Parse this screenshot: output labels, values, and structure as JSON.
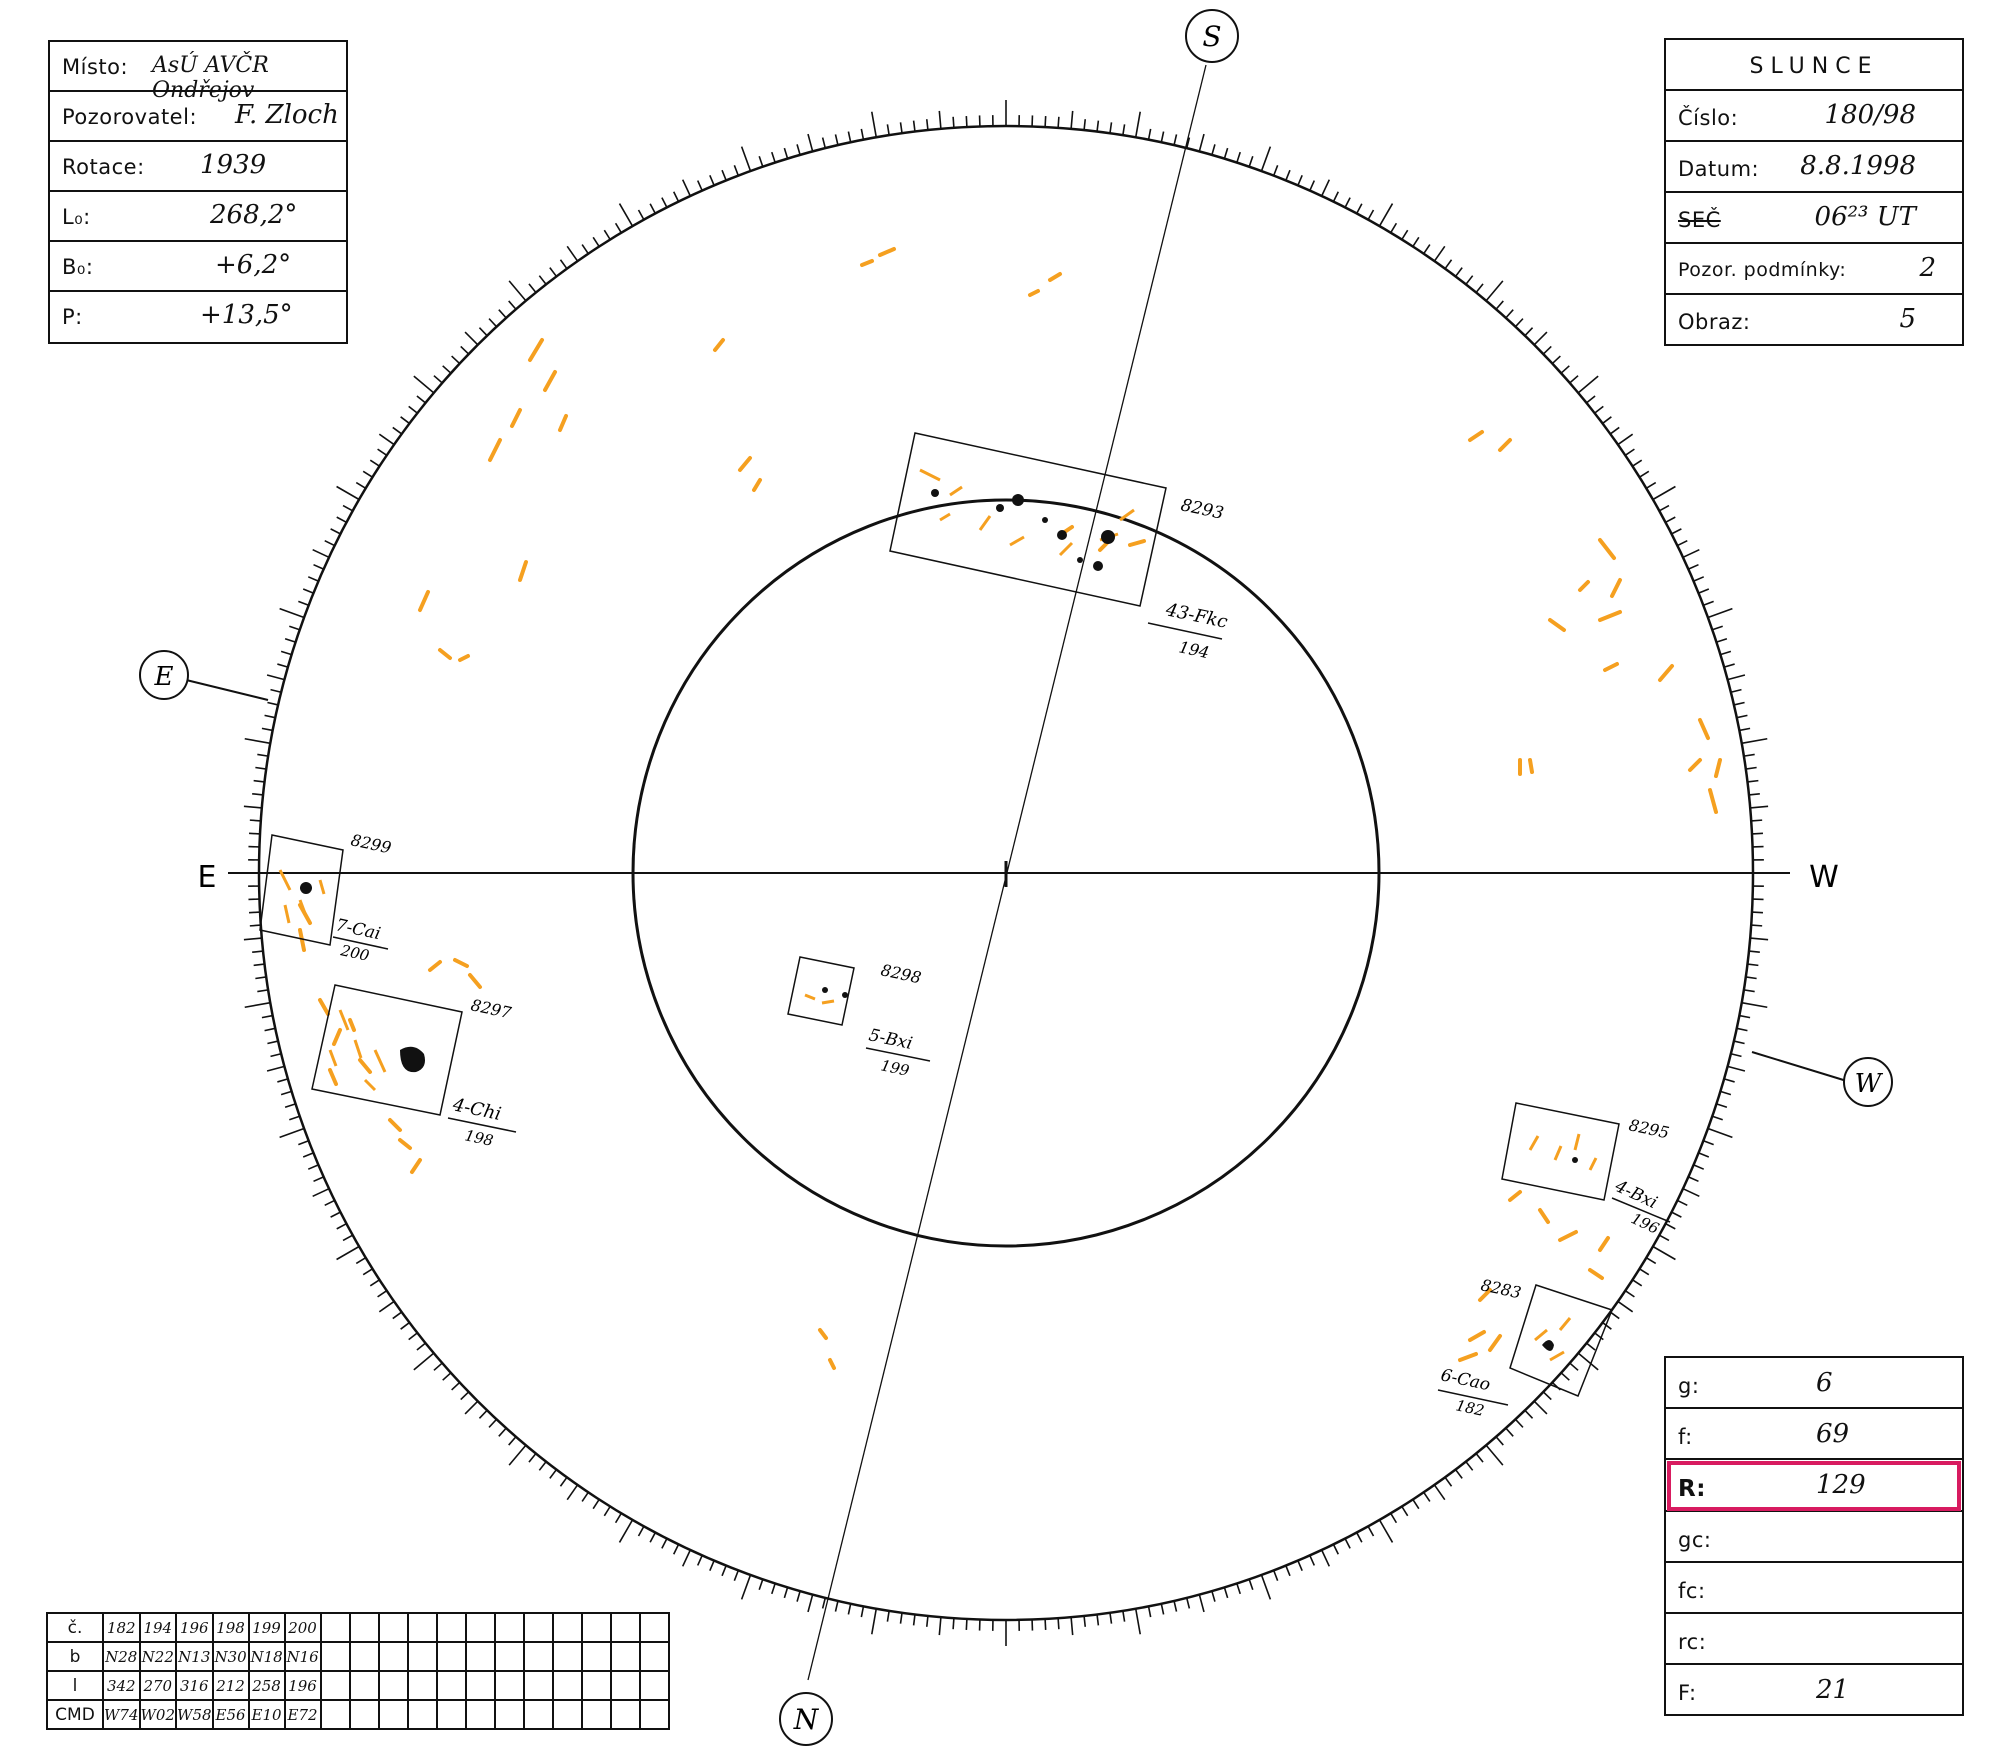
{
  "location_box": {
    "place_label": "Místo:",
    "place_value": "AsÚ AVČR Ondřejov",
    "observer_label": "Pozorovatel:",
    "observer_value": "F. Zloch",
    "rotation_label": "Rotace:",
    "rotation_value": "1939",
    "l0_label": "L₀:",
    "l0_value": "268,2°",
    "b0_label": "B₀:",
    "b0_value": "+6,2°",
    "p_label": "P:",
    "p_value": "+13,5°"
  },
  "sun_box": {
    "title": "SLUNCE",
    "number_label": "Číslo:",
    "number_value": "180/98",
    "date_label": "Datum:",
    "date_value": "8.8.1998",
    "time_label": "SEČ",
    "time_value": "06²³ UT",
    "conditions_label": "Pozor. podmínky:",
    "conditions_value": "2",
    "image_label": "Obraz:",
    "image_value": "5"
  },
  "counts_box": {
    "g_label": "g:",
    "g_value": "6",
    "f_label": "f:",
    "f_value": "69",
    "r_label": "R:",
    "r_value": "129",
    "gc_label": "gc:",
    "gc_value": "",
    "fc_label": "fc:",
    "fc_value": "",
    "rc_label": "rc:",
    "rc_value": "",
    "ff_label": "F:",
    "ff_value": "21",
    "highlight_color": "#d81b60"
  },
  "directions": {
    "south": "S",
    "north": "N",
    "east": "E",
    "west": "W"
  },
  "regions": {
    "r8293": {
      "number": "8293",
      "class": "43-Fkc",
      "carrington": "194"
    },
    "r8299": {
      "number": "8299",
      "class": "7-Cai",
      "carrington": "200"
    },
    "r8297": {
      "number": "8297",
      "class": "4-Chi",
      "carrington": "198"
    },
    "r8298": {
      "number": "8298",
      "class": "5-Bxi",
      "carrington": "199"
    },
    "r8295": {
      "number": "8295",
      "class": "4-Bxi",
      "carrington": "196"
    },
    "r8283": {
      "number": "8283",
      "class": "6-Cao",
      "carrington": "182"
    }
  },
  "table": {
    "row_labels": [
      "č.",
      "b",
      "l",
      "CMD"
    ],
    "numbers": [
      "182",
      "194",
      "196",
      "198",
      "199",
      "200"
    ],
    "b": [
      "N28",
      "N22",
      "N13",
      "N30",
      "N18",
      "N16"
    ],
    "l": [
      "342",
      "270",
      "316",
      "212",
      "258",
      "196"
    ],
    "cmd": [
      "W74",
      "W02",
      "W58",
      "E56",
      "E10",
      "E72"
    ]
  },
  "colors": {
    "facula": "#f5a020",
    "ink": "#111111"
  }
}
